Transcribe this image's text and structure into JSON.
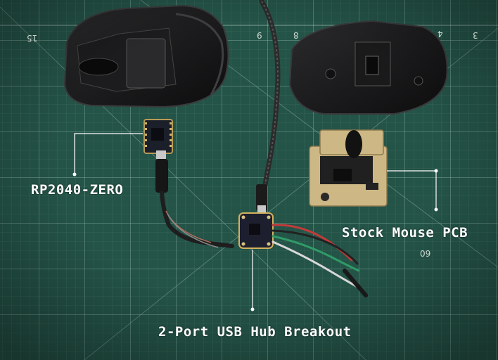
{
  "labels": {
    "rp2040": "RP2040-ZERO",
    "mouse_pcb": "Stock Mouse PCB",
    "usb_hub": "2-Port USB Hub Breakout"
  },
  "ruler_marks": {
    "m15": "15",
    "m9": "9",
    "m8": "8",
    "m4": "4",
    "m3": "3",
    "m60": "60"
  },
  "colors": {
    "mat": "#245347",
    "grid": "#7aa397",
    "callout_line": "#ffffff",
    "label_text": "#ffffff"
  }
}
